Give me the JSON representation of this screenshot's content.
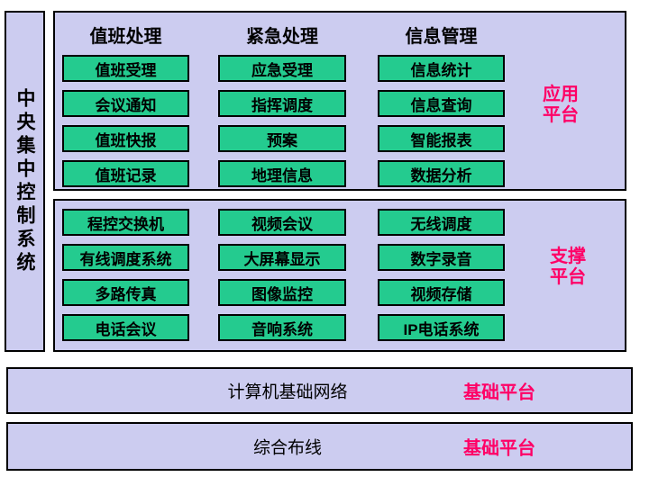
{
  "left_bar": {
    "label": "中央集中控制系统"
  },
  "app_platform": {
    "label_line1": "应用",
    "label_line2": "平台",
    "columns": [
      {
        "header": "值班处理",
        "buttons": [
          "值班受理",
          "会议通知",
          "值班快报",
          "值班记录"
        ]
      },
      {
        "header": "紧急处理",
        "buttons": [
          "应急受理",
          "指挥调度",
          "预案",
          "地理信息"
        ]
      },
      {
        "header": "信息管理",
        "buttons": [
          "信息统计",
          "信息查询",
          "智能报表",
          "数据分析"
        ]
      }
    ]
  },
  "support_platform": {
    "label_line1": "支撑",
    "label_line2": "平台",
    "columns": [
      {
        "buttons": [
          "程控交换机",
          "有线调度系统",
          "多路传真",
          "电话会议"
        ]
      },
      {
        "buttons": [
          "视频会议",
          "大屏幕显示",
          "图像监控",
          "音响系统"
        ]
      },
      {
        "buttons": [
          "无线调度",
          "数字录音",
          "视频存储",
          "IP电话系统"
        ]
      }
    ]
  },
  "base_platforms": [
    {
      "title": "计算机基础网络",
      "tag": "基础平台"
    },
    {
      "title": "综合布线",
      "tag": "基础平台"
    }
  ],
  "colors": {
    "panel_bg": "#CCCCF0",
    "node_bg": "#24CB8F",
    "accent_pink": "#FF0066",
    "border": "#000000"
  }
}
